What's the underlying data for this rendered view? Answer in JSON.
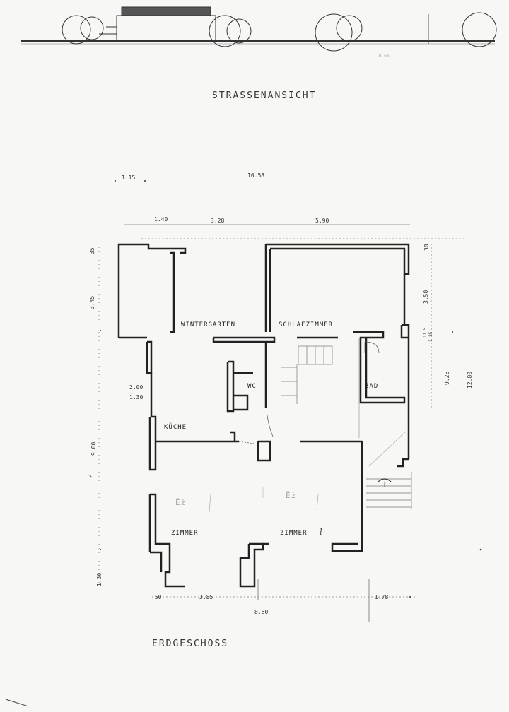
{
  "titles": {
    "elevation": "STRASSENANSICHT",
    "floor": "ERDGESCHOSS",
    "stamp": "B 6m"
  },
  "rooms": {
    "wintergarten": "WINTERGARTEN",
    "schlafzimmer": "SCHLAFZIMMER",
    "wc": "WC",
    "bad": "BAD",
    "kueche": "KÜCHE",
    "zimmer_left": "ZIMMER",
    "zimmer_right": "ZIMMER"
  },
  "handwriting": {
    "zimmer_right_mark": "l",
    "left_room_note": "Ēż",
    "right_room_note": "Ēż"
  },
  "dimensions": {
    "top_overall": "10.58",
    "top_left_offset": "1.15",
    "seg_1": "1.40",
    "seg_2": "3.28",
    "seg_3": "5.90",
    "left_35": "35",
    "left_345": "3.45",
    "left_200": "2.00",
    "left_130a": "1.30",
    "left_900": "9.00",
    "left_130b": "1.30",
    "right_30": "30",
    "right_350": "3.50",
    "right_115": "11.5",
    "right_185": "1.85",
    "right_926": "9.26",
    "right_1280": "12.80",
    "bottom_50": ".50",
    "bottom_385": "3.85",
    "bottom_880": "8.80",
    "bottom_178": "1.78"
  }
}
